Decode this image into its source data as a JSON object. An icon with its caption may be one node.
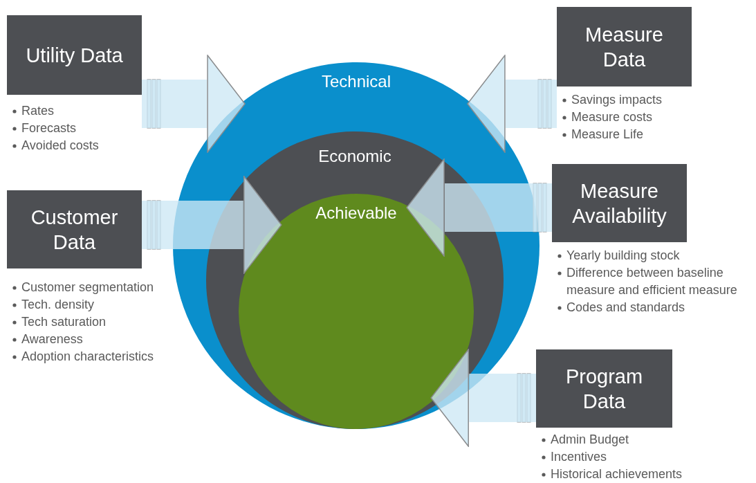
{
  "diagram": {
    "nodes": [
      {
        "text": [
          "Technical"
        ]
      },
      {
        "text": [
          "Economic"
        ],
        "in": 0
      },
      {
        "text": [
          "Achievable"
        ],
        "in": 1
      },
      {
        "text": [
          "Utility Data"
        ],
        "beside": [
          "Rates",
          "Forecasts",
          "Avoided costs"
        ]
      },
      {
        "text": [
          "Customer Data"
        ],
        "beside": [
          "Customer segmentation",
          "Tech. density",
          "Tech saturation",
          "Awareness",
          "Adoption characteristics"
        ]
      },
      {
        "text": [
          "Measure Data"
        ],
        "beside": [
          "Savings impacts",
          "Measure costs",
          "Measure Life"
        ]
      },
      {
        "text": [
          "Measure Availability"
        ],
        "beside": [
          "Yearly building stock",
          "Difference between baseline measure and efficient measure",
          "Codes and standards"
        ]
      },
      {
        "text": [
          "Program Data"
        ],
        "beside": [
          "Admin Budget",
          "Incentives",
          "Historical achievements"
        ]
      }
    ],
    "edges": [
      {
        "from": 3,
        "to": 0,
        "arrow": "to"
      },
      {
        "from": 4,
        "to": 2,
        "arrow": "to"
      },
      {
        "from": 5,
        "to": 0,
        "arrow": "to"
      },
      {
        "from": 6,
        "to": 2,
        "arrow": "to"
      },
      {
        "from": 7,
        "to": 2,
        "arrow": "to"
      }
    ]
  }
}
